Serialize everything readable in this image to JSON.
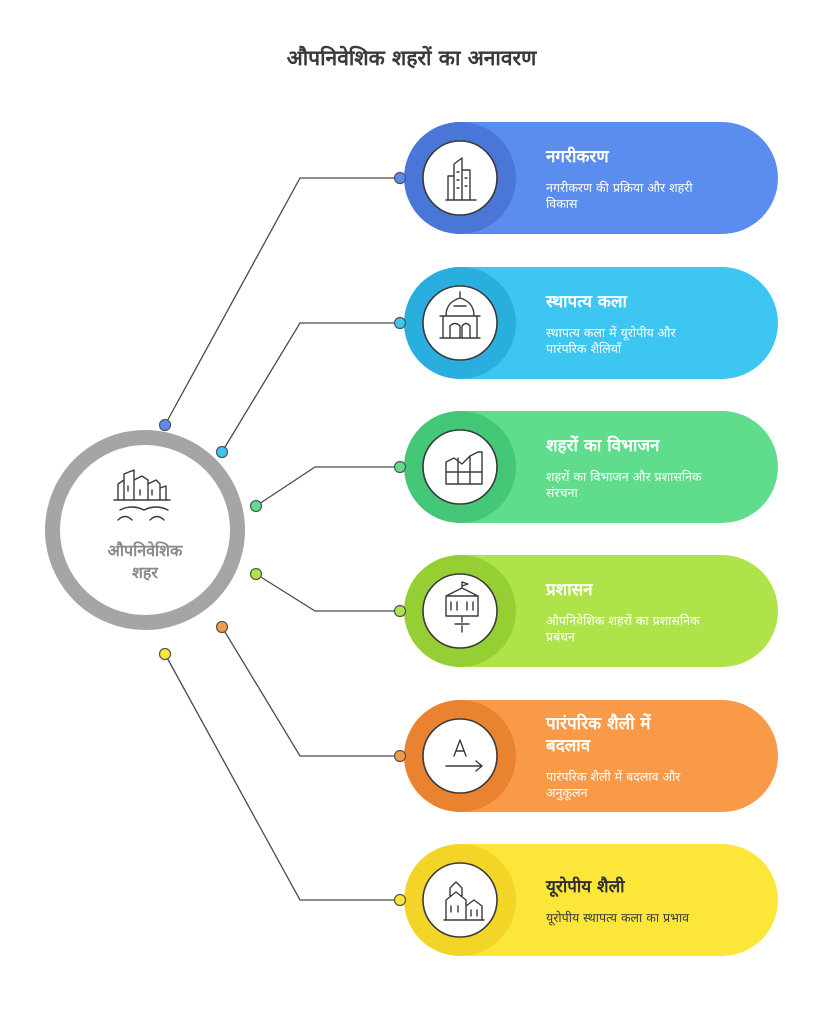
{
  "title": "औपनिवेशिक शहरों का अनावरण",
  "center": {
    "label_line1": "औपनिवेशिक",
    "label_line2": "शहर",
    "icon": "colonial-city-icon"
  },
  "items": [
    {
      "title": [
        "नगरीकरण"
      ],
      "desc": [
        "नगरीकरण की प्रक्रिया और शहरी",
        "विकास"
      ],
      "icon": "skyscraper-icon",
      "color": "#5b8def",
      "color_dark": "#4a76d8",
      "dark_text": false
    },
    {
      "title": [
        "स्थापत्य कला"
      ],
      "desc": [
        "स्थापत्य कला में यूरोपीय और",
        "पारंपरिक शैलियाँ"
      ],
      "icon": "palace-icon",
      "color": "#3ec6f2",
      "color_dark": "#2aaede",
      "dark_text": false
    },
    {
      "title": [
        "शहरों का विभाजन"
      ],
      "desc": [
        "शहरों का विभाजन और प्रशासनिक",
        "संरचना"
      ],
      "icon": "grid-chart-icon",
      "color": "#5fdd8c",
      "color_dark": "#44c776",
      "dark_text": false
    },
    {
      "title": [
        "प्रशासन"
      ],
      "desc": [
        "औपनिवेशिक शहरों का प्रशासनिक",
        "प्रबंधन"
      ],
      "icon": "government-building-icon",
      "color": "#aee44a",
      "color_dark": "#96cf34",
      "dark_text": false
    },
    {
      "title": [
        "पारंपरिक शैली में",
        "बदलाव"
      ],
      "desc": [
        "पारंपरिक शैली में बदलाव और",
        "अनुकूलन"
      ],
      "icon": "text-transform-icon",
      "color": "#f99a48",
      "color_dark": "#ea8330",
      "dark_text": false
    },
    {
      "title": [
        "यूरोपीय शैली"
      ],
      "desc": [
        "यूरोपीय स्थापत्य कला का प्रभाव"
      ],
      "icon": "european-houses-icon",
      "color": "#fde63a",
      "color_dark": "#f2d526",
      "dark_text": true
    }
  ]
}
